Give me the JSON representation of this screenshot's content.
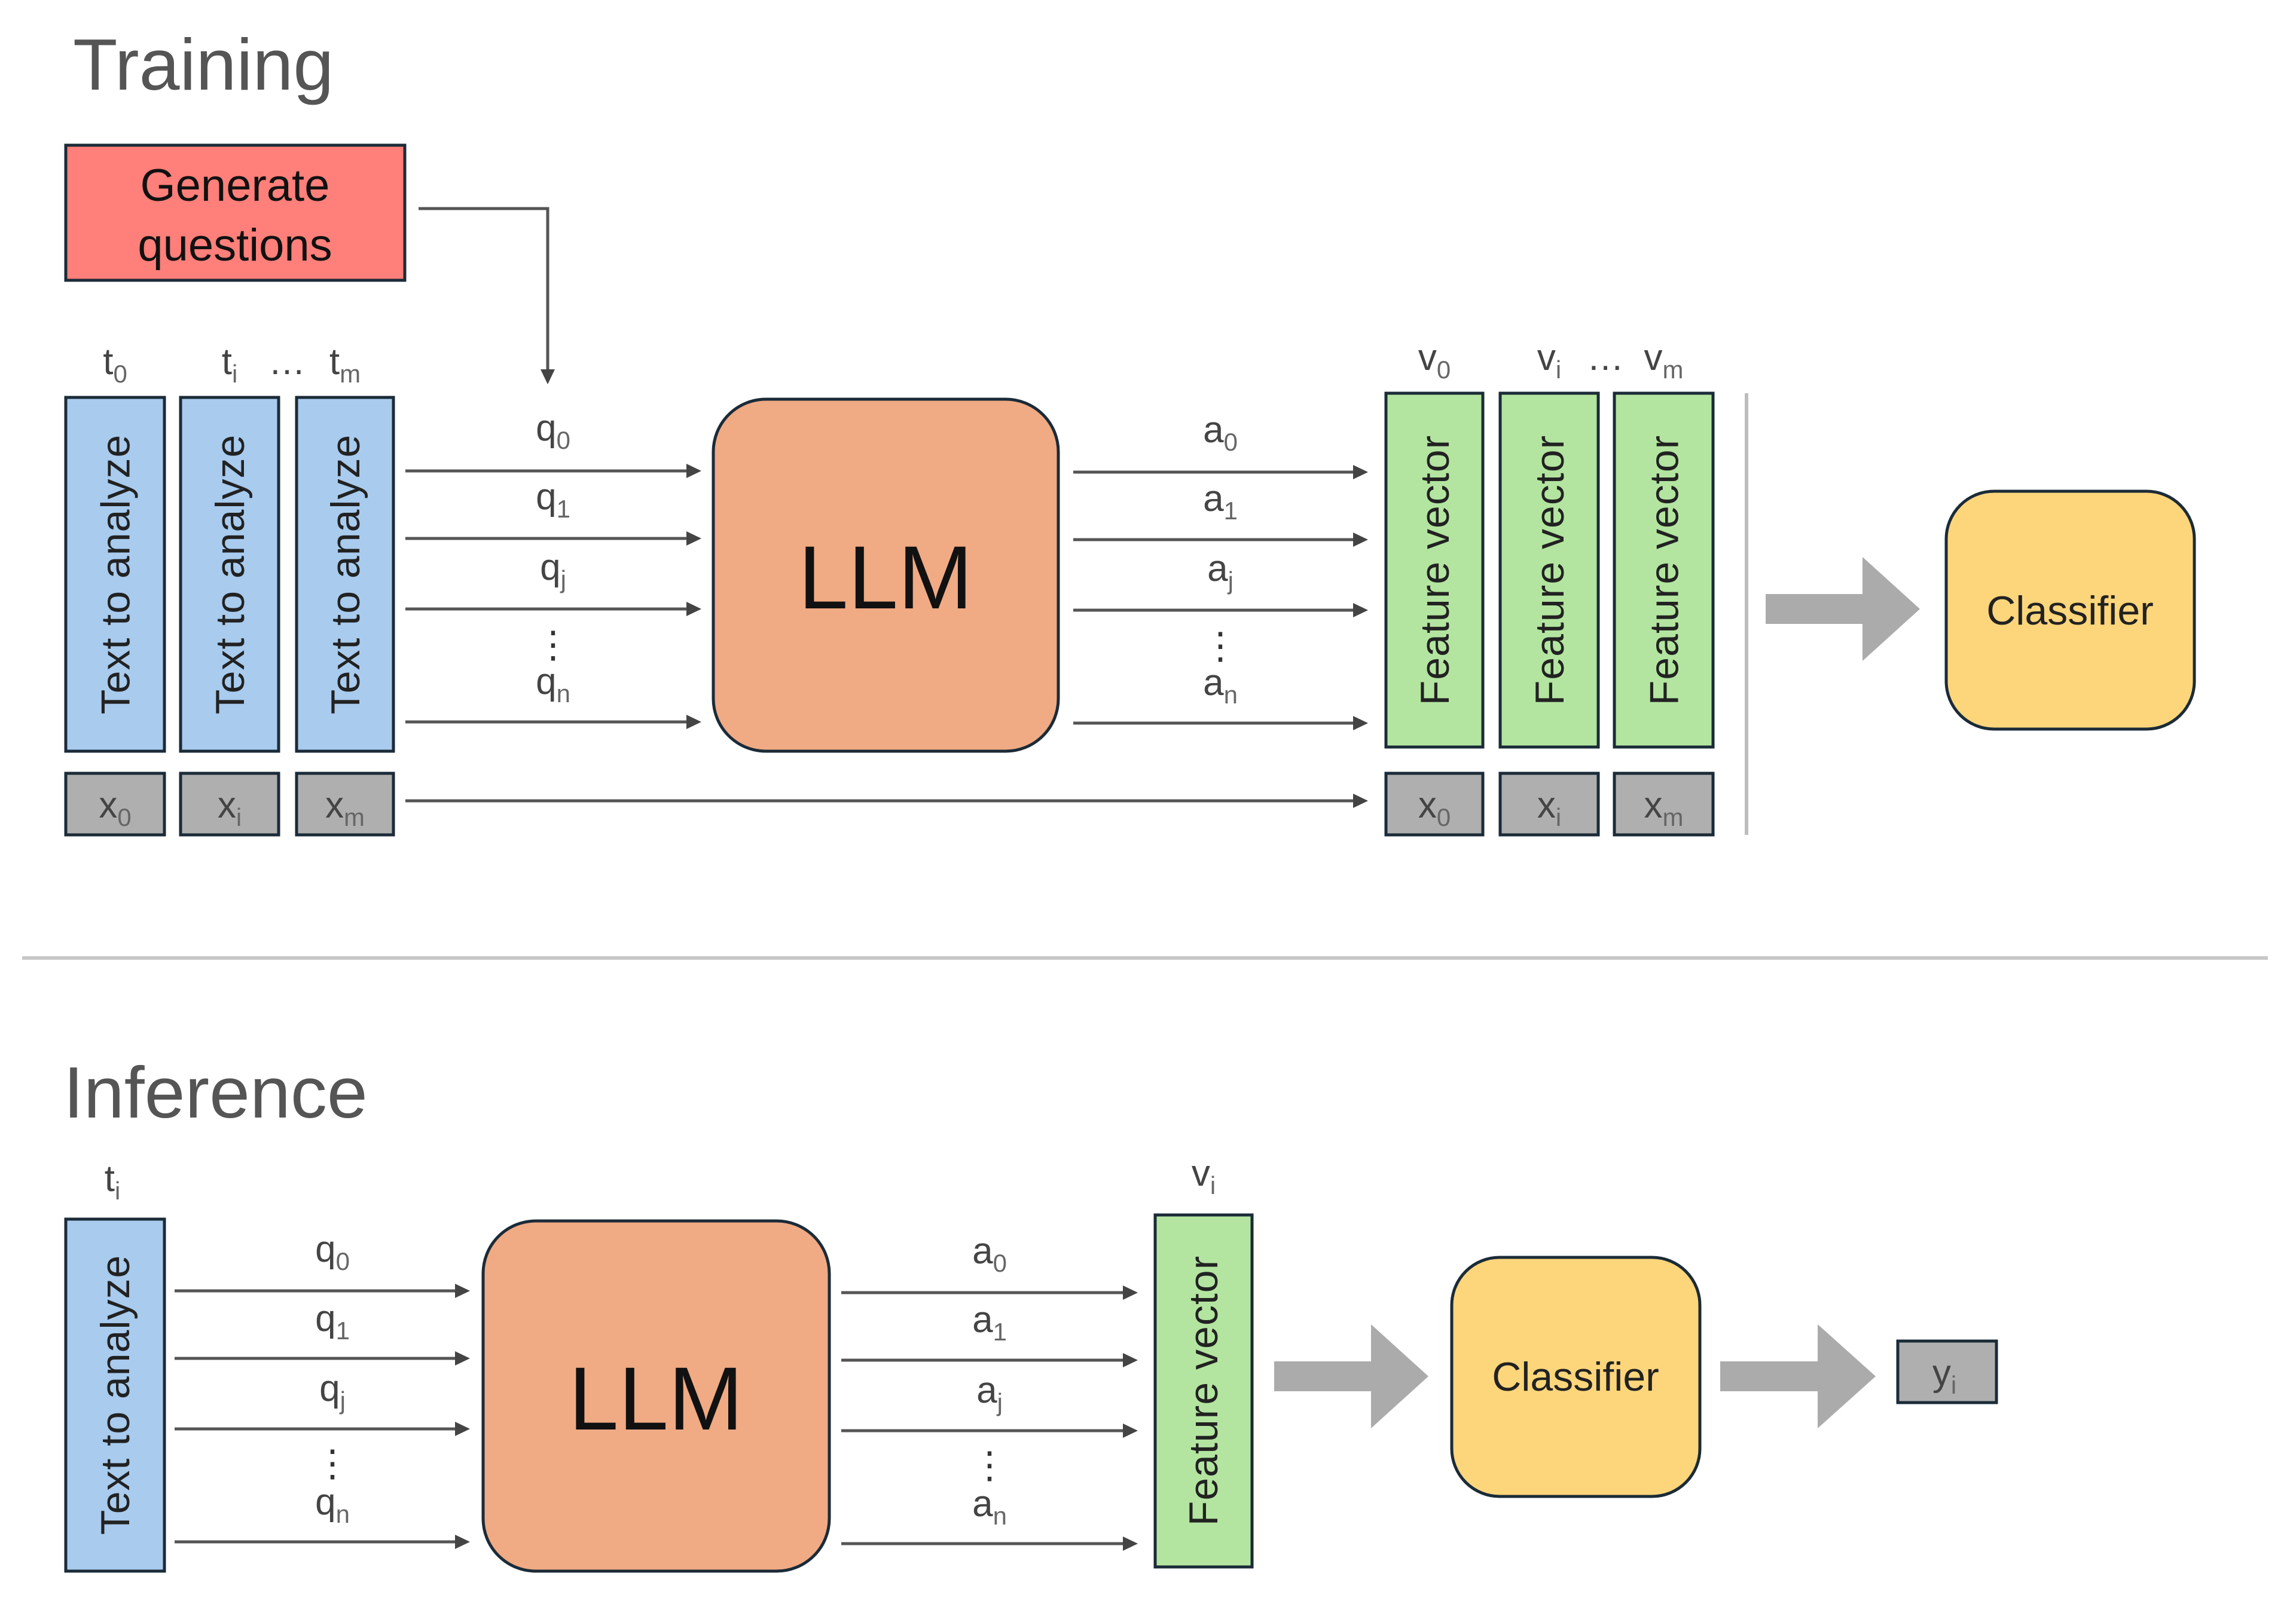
{
  "colors": {
    "generate_box": "#FF7F7A",
    "text_box": "#A8CBEE",
    "llm_box": "#F0AA84",
    "feature_box": "#B3E5A0",
    "classifier_box": "#FDD67B",
    "id_box": "#AFAFAF",
    "outline": "#1B2B38",
    "arrow": "#555555",
    "big_arrow": "#ABABAB",
    "rule": "#C8C8C8"
  },
  "training": {
    "title": "Training",
    "generate": {
      "line1": "Generate",
      "line2": "questions"
    },
    "texts": [
      {
        "sym": "t",
        "sub": "0",
        "label": "Text to analyze",
        "id_sym": "x",
        "id_sub": "0"
      },
      {
        "sym": "t",
        "sub": "i",
        "label": "Text to analyze",
        "id_sym": "x",
        "id_sub": "i"
      },
      {
        "sym": "t",
        "sub": "m",
        "label": "Text to analyze",
        "id_sym": "x",
        "id_sub": "m"
      }
    ],
    "text_ellipsis": "…",
    "questions": [
      {
        "sym": "q",
        "sub": "0"
      },
      {
        "sym": "q",
        "sub": "1"
      },
      {
        "sym": "q",
        "sub": "j"
      },
      {
        "sym": "q",
        "sub": "n"
      }
    ],
    "vertical_ellipsis": "⋮",
    "llm": "LLM",
    "answers": [
      {
        "sym": "a",
        "sub": "0"
      },
      {
        "sym": "a",
        "sub": "1"
      },
      {
        "sym": "a",
        "sub": "j"
      },
      {
        "sym": "a",
        "sub": "n"
      }
    ],
    "features": [
      {
        "sym": "v",
        "sub": "0",
        "label": "Feature vector",
        "id_sym": "x",
        "id_sub": "0"
      },
      {
        "sym": "v",
        "sub": "i",
        "label": "Feature vector",
        "id_sym": "x",
        "id_sub": "i"
      },
      {
        "sym": "v",
        "sub": "m",
        "label": "Feature vector",
        "id_sym": "x",
        "id_sub": "m"
      }
    ],
    "feature_ellipsis": "…",
    "classifier": "Classifier"
  },
  "inference": {
    "title": "Inference",
    "text": {
      "sym": "t",
      "sub": "i",
      "label": "Text to analyze"
    },
    "questions": [
      {
        "sym": "q",
        "sub": "0"
      },
      {
        "sym": "q",
        "sub": "1"
      },
      {
        "sym": "q",
        "sub": "j"
      },
      {
        "sym": "q",
        "sub": "n"
      }
    ],
    "vertical_ellipsis": "⋮",
    "llm": "LLM",
    "answers": [
      {
        "sym": "a",
        "sub": "0"
      },
      {
        "sym": "a",
        "sub": "1"
      },
      {
        "sym": "a",
        "sub": "j"
      },
      {
        "sym": "a",
        "sub": "n"
      }
    ],
    "feature": {
      "sym": "v",
      "sub": "i",
      "label": "Feature vector"
    },
    "classifier": "Classifier",
    "output": {
      "sym": "y",
      "sub": "i"
    }
  }
}
